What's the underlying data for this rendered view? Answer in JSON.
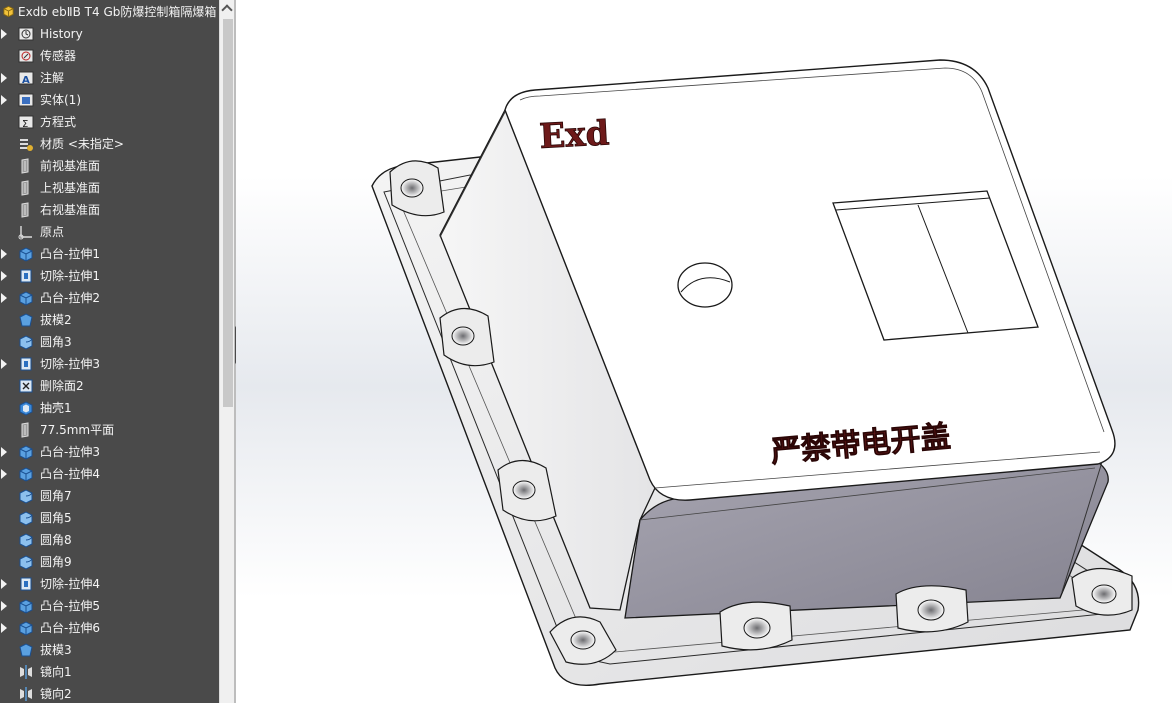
{
  "tree": {
    "root_label": "Exdb ebⅡB T4 Gb防爆控制箱隔爆箱",
    "items": [
      {
        "label": "History",
        "icon": "history-folder-icon",
        "expand": true
      },
      {
        "label": "传感器",
        "icon": "sensor-folder-icon",
        "expand": false
      },
      {
        "label": "注解",
        "icon": "annotation-folder-icon",
        "expand": true
      },
      {
        "label": "实体(1)",
        "icon": "solid-bodies-folder-icon",
        "expand": true
      },
      {
        "label": "方程式",
        "icon": "equations-folder-icon",
        "expand": false
      },
      {
        "label": "材质 <未指定>",
        "icon": "material-icon",
        "expand": false
      },
      {
        "label": "前视基准面",
        "icon": "plane-icon",
        "expand": false
      },
      {
        "label": "上视基准面",
        "icon": "plane-icon",
        "expand": false
      },
      {
        "label": "右视基准面",
        "icon": "plane-icon",
        "expand": false
      },
      {
        "label": "原点",
        "icon": "origin-icon",
        "expand": false
      },
      {
        "label": "凸台-拉伸1",
        "icon": "boss-extrude-icon",
        "expand": true
      },
      {
        "label": "切除-拉伸1",
        "icon": "cut-extrude-icon",
        "expand": true
      },
      {
        "label": "凸台-拉伸2",
        "icon": "boss-extrude-icon",
        "expand": true
      },
      {
        "label": "拔模2",
        "icon": "draft-icon",
        "expand": false
      },
      {
        "label": "圆角3",
        "icon": "fillet-icon",
        "expand": false
      },
      {
        "label": "切除-拉伸3",
        "icon": "cut-extrude-icon",
        "expand": true
      },
      {
        "label": "删除面2",
        "icon": "delete-face-icon",
        "expand": false
      },
      {
        "label": "抽壳1",
        "icon": "shell-icon",
        "expand": false
      },
      {
        "label": "77.5mm平面",
        "icon": "plane-icon",
        "expand": false
      },
      {
        "label": "凸台-拉伸3",
        "icon": "boss-extrude-icon",
        "expand": true
      },
      {
        "label": "凸台-拉伸4",
        "icon": "boss-extrude-icon",
        "expand": true
      },
      {
        "label": "圆角7",
        "icon": "fillet-icon",
        "expand": false
      },
      {
        "label": "圆角5",
        "icon": "fillet-icon",
        "expand": false
      },
      {
        "label": "圆角8",
        "icon": "fillet-icon",
        "expand": false
      },
      {
        "label": "圆角9",
        "icon": "fillet-icon",
        "expand": false
      },
      {
        "label": "切除-拉伸4",
        "icon": "cut-extrude-icon",
        "expand": true
      },
      {
        "label": "凸台-拉伸5",
        "icon": "boss-extrude-icon",
        "expand": true
      },
      {
        "label": "凸台-拉伸6",
        "icon": "boss-extrude-icon",
        "expand": true
      },
      {
        "label": "拔模3",
        "icon": "draft-icon",
        "expand": false
      },
      {
        "label": "镜向1",
        "icon": "mirror-icon",
        "expand": false
      },
      {
        "label": "镜向2",
        "icon": "mirror-icon",
        "expand": false
      }
    ]
  },
  "model": {
    "lid_mark": "Exd",
    "warning_text": "严禁带电开盖",
    "text_color": "#6e1a1a"
  },
  "colors": {
    "panel_bg": "#4a4a4a",
    "panel_text": "#f4f4f4",
    "viewport_bg": "#e6e9ee",
    "box_face_light": "#ffffff",
    "box_side_dark": "#8c8a96"
  }
}
